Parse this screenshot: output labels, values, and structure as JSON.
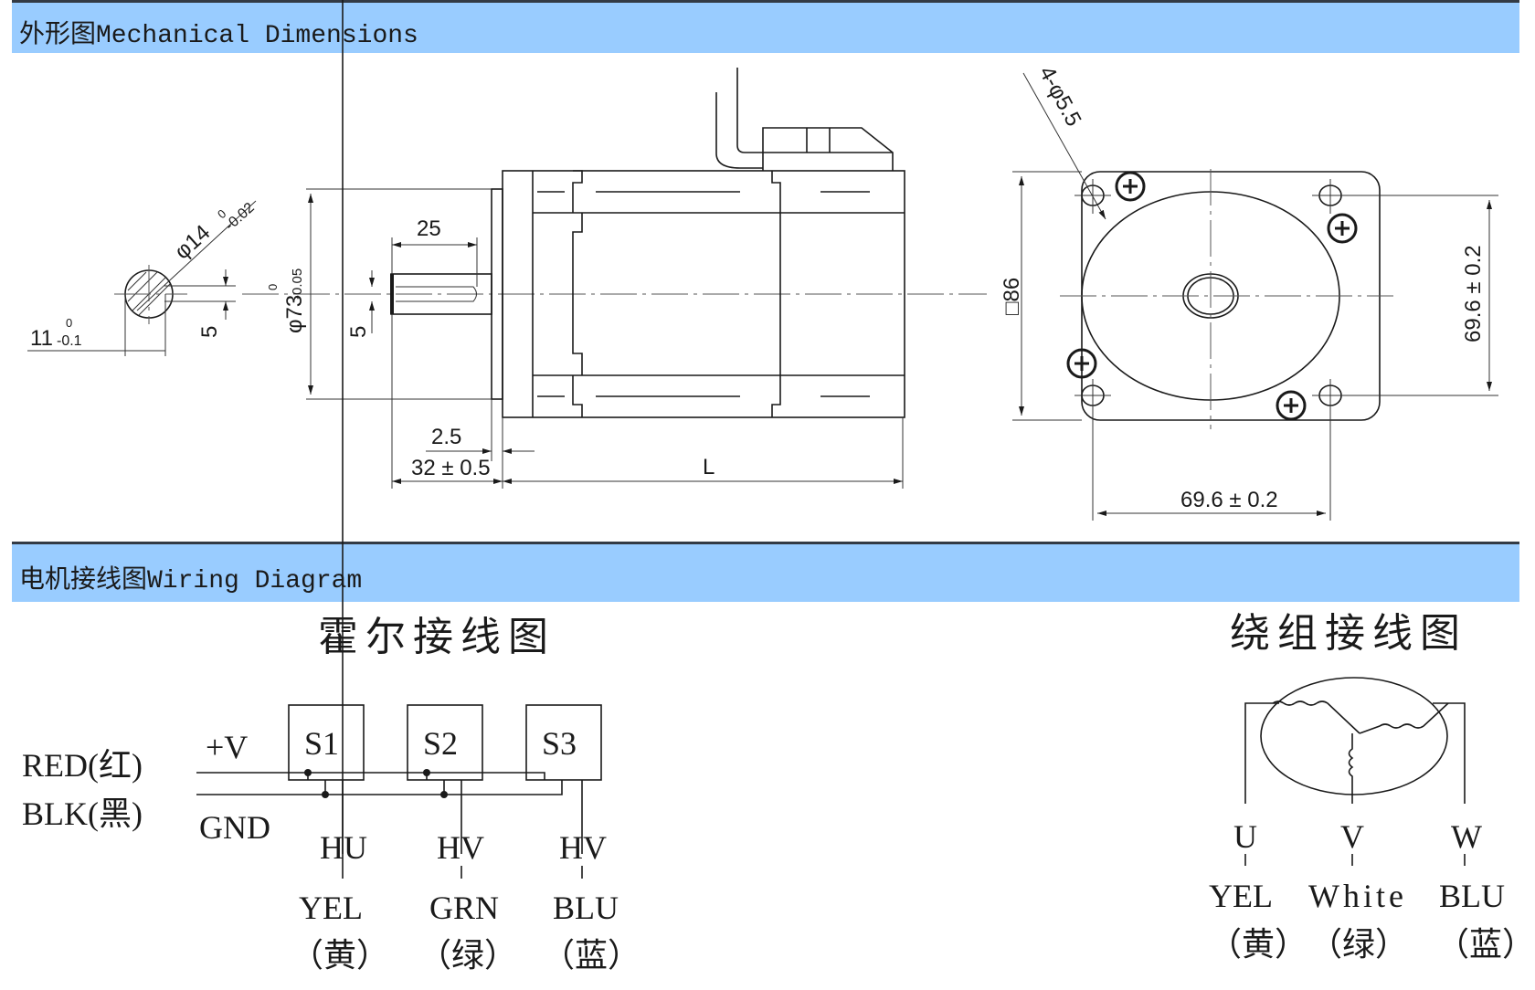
{
  "sections": {
    "mechanical": {
      "title": "外形图Mechanical Dimensions"
    },
    "wiring": {
      "title": "电机接线图Wiring Diagram"
    }
  },
  "mechanical": {
    "shaft_section": {
      "diameter_label": "φ14",
      "diameter_tol_upper": "0",
      "diameter_tol_lower": "-0.02",
      "flat_label": "11",
      "flat_tol_upper": "0",
      "flat_tol_lower": "-0.1",
      "key_label": "5"
    },
    "side_view": {
      "pilot_label": "φ73",
      "pilot_tol_upper": "0",
      "pilot_tol_lower": "-0.05",
      "key_width_label": "5",
      "key_length_label": "25",
      "flange_thickness_label": "2.5",
      "shaft_length_label": "32 ± 0.5",
      "body_length_label": "L"
    },
    "front_view": {
      "holes_label": "4-φ5.5",
      "flange_label": "□86",
      "pcd_vertical_label": "69.6 ± 0.2",
      "pcd_horizontal_label": "69.6 ± 0.2"
    }
  },
  "wiring": {
    "hall": {
      "title": "霍尔接线图",
      "sensors": [
        "S1",
        "S2",
        "S3"
      ],
      "power": [
        {
          "wire": "RED(红)",
          "signal": "+V"
        },
        {
          "wire": "BLK(黑)",
          "signal": "GND"
        }
      ],
      "outputs": [
        {
          "signal": "HU",
          "color": "YEL",
          "color_cn": "（黄）"
        },
        {
          "signal": "HV",
          "color": "GRN",
          "color_cn": "（绿）"
        },
        {
          "signal": "HV",
          "color": "BLU",
          "color_cn": "（蓝）"
        }
      ]
    },
    "winding": {
      "title": "绕组接线图",
      "phases": [
        {
          "phase": "U",
          "color": "YEL",
          "color_cn": "（黄）"
        },
        {
          "phase": "V",
          "color": "White",
          "color_cn": "（绿）"
        },
        {
          "phase": "W",
          "color": "BLU",
          "color_cn": "（蓝）"
        }
      ]
    }
  }
}
